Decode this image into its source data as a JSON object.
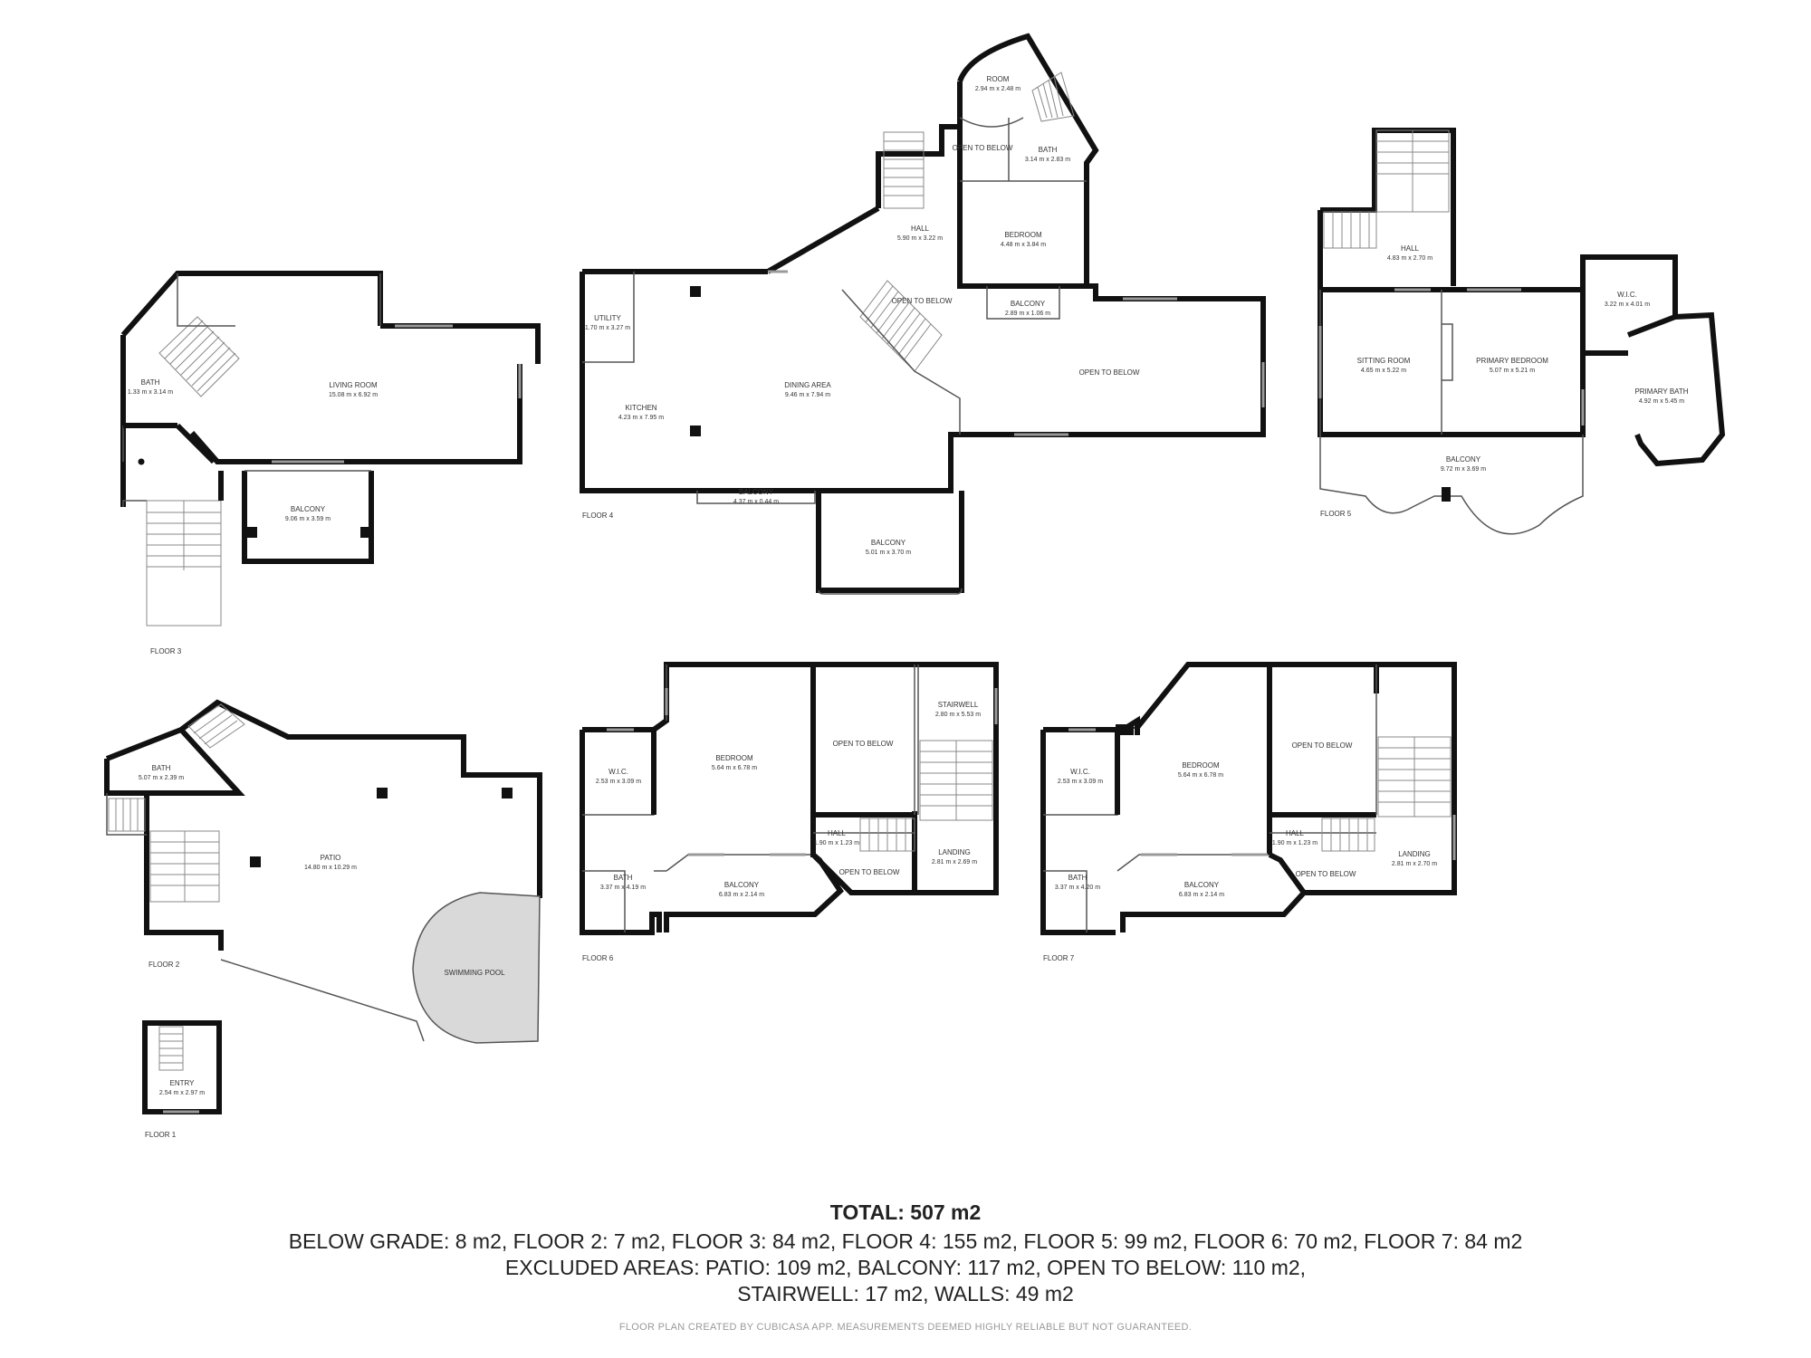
{
  "floors": [
    {
      "label": "FLOOR 1",
      "rooms": [
        {
          "name": "ENTRY",
          "dim": "2.54 m x 2.97 m"
        }
      ]
    },
    {
      "label": "FLOOR 2",
      "rooms": [
        {
          "name": "BATH",
          "dim": "5.07 m x 2.39 m"
        },
        {
          "name": "PATIO",
          "dim": "14.80 m x 10.29 m"
        },
        {
          "name": "SWIMMING POOL",
          "dim": ""
        }
      ]
    },
    {
      "label": "FLOOR 3",
      "rooms": [
        {
          "name": "BATH",
          "dim": "1.33 m x 3.14 m"
        },
        {
          "name": "LIVING ROOM",
          "dim": "15.08 m x 6.92 m"
        },
        {
          "name": "BALCONY",
          "dim": "9.06 m x 3.59 m"
        }
      ]
    },
    {
      "label": "FLOOR 4",
      "rooms": [
        {
          "name": "ROOM",
          "dim": "2.94 m x 2.48 m"
        },
        {
          "name": "OPEN TO BELOW",
          "dim": ""
        },
        {
          "name": "BATH",
          "dim": "3.14 m x 2.83 m"
        },
        {
          "name": "HALL",
          "dim": "5.90 m x 3.22 m"
        },
        {
          "name": "BEDROOM",
          "dim": "4.48 m x 3.84 m"
        },
        {
          "name": "UTILITY",
          "dim": "1.70 m x 3.27 m"
        },
        {
          "name": "OPEN TO BELOW",
          "dim": ""
        },
        {
          "name": "BALCONY",
          "dim": "2.89 m x 1.06 m"
        },
        {
          "name": "DINING AREA",
          "dim": "9.46 m x 7.94 m"
        },
        {
          "name": "OPEN TO BELOW",
          "dim": ""
        },
        {
          "name": "KITCHEN",
          "dim": "4.23 m x 7.95 m"
        },
        {
          "name": "BALCONY",
          "dim": "4.37 m x 0.44 m"
        },
        {
          "name": "BALCONY",
          "dim": "5.01 m x 3.70 m"
        }
      ]
    },
    {
      "label": "FLOOR 5",
      "rooms": [
        {
          "name": "HALL",
          "dim": "4.83 m x 2.70 m"
        },
        {
          "name": "W.I.C.",
          "dim": "3.22 m x 4.01 m"
        },
        {
          "name": "SITTING ROOM",
          "dim": "4.65 m x 5.22 m"
        },
        {
          "name": "PRIMARY BEDROOM",
          "dim": "5.07 m x 5.21 m"
        },
        {
          "name": "PRIMARY BATH",
          "dim": "4.92 m x 5.45 m"
        },
        {
          "name": "BALCONY",
          "dim": "9.72 m x 3.69 m"
        }
      ]
    },
    {
      "label": "FLOOR 6",
      "rooms": [
        {
          "name": "STAIRWELL",
          "dim": "2.80 m x 5.53 m"
        },
        {
          "name": "W.I.C.",
          "dim": "2.53 m x 3.09 m"
        },
        {
          "name": "BEDROOM",
          "dim": "5.64 m x 6.78 m"
        },
        {
          "name": "OPEN TO BELOW",
          "dim": ""
        },
        {
          "name": "HALL",
          "dim": "1.90 m x 1.23 m"
        },
        {
          "name": "LANDING",
          "dim": "2.81 m x 2.69 m"
        },
        {
          "name": "OPEN TO BELOW",
          "dim": ""
        },
        {
          "name": "BATH",
          "dim": "3.37 m x 4.19 m"
        },
        {
          "name": "BALCONY",
          "dim": "6.83 m x 2.14 m"
        }
      ]
    },
    {
      "label": "FLOOR 7",
      "rooms": [
        {
          "name": "W.I.C.",
          "dim": "2.53 m x 3.09 m"
        },
        {
          "name": "BEDROOM",
          "dim": "5.64 m x 6.78 m"
        },
        {
          "name": "OPEN TO BELOW",
          "dim": ""
        },
        {
          "name": "HALL",
          "dim": "1.90 m x 1.23 m"
        },
        {
          "name": "LANDING",
          "dim": "2.81 m x 2.70 m"
        },
        {
          "name": "OPEN TO BELOW",
          "dim": ""
        },
        {
          "name": "BATH",
          "dim": "3.37 m x 4.20 m"
        },
        {
          "name": "BALCONY",
          "dim": "6.83 m x 2.14 m"
        }
      ]
    }
  ],
  "summary": {
    "total": "TOTAL: 507 m2",
    "line1": "BELOW GRADE: 8 m2, FLOOR 2: 7 m2, FLOOR 3: 84 m2, FLOOR 4: 155 m2, FLOOR 5: 99 m2, FLOOR 6: 70 m2, FLOOR 7: 84 m2",
    "line2": "EXCLUDED AREAS: PATIO: 109 m2, BALCONY: 117 m2, OPEN TO BELOW: 110 m2,",
    "line3": "STAIRWELL: 17 m2, WALLS: 49 m2"
  },
  "footer": "FLOOR PLAN CREATED BY CUBICASA APP. MEASUREMENTS DEEMED HIGHLY RELIABLE BUT NOT GUARANTEED.",
  "colors": {
    "wall": "#111111",
    "window": "#9a9a9a",
    "pool": "#d9d9d9",
    "footer_text": "#9a9a9a"
  }
}
